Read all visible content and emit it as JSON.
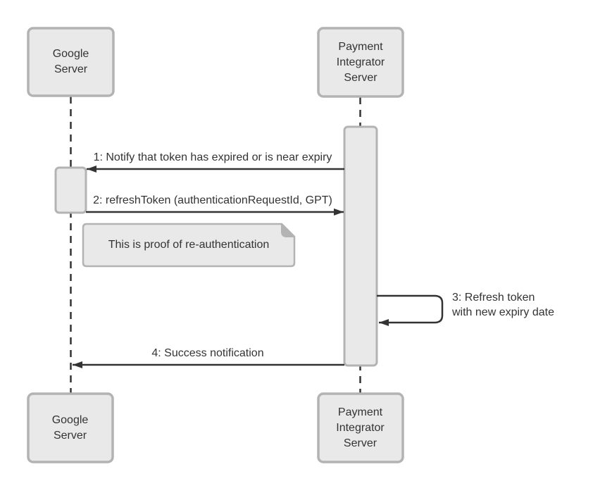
{
  "diagram": {
    "type": "uml-sequence",
    "actors": {
      "google_top": "Google\nServer",
      "payment_top": "Payment\nIntegrator\nServer",
      "google_bottom": "Google\nServer",
      "payment_bottom": "Payment\nIntegrator\nServer"
    },
    "messages": {
      "msg1": "1: Notify that token has expired or is near expiry",
      "msg2": "2: refreshToken (authenticationRequestId, GPT)",
      "msg3": "3: Refresh token\nwith new expiry date",
      "msg4": "4: Success notification"
    },
    "note": "This is proof of re-authentication",
    "colors": {
      "background": "#ffffff",
      "shape_fill": "#e9e9e9",
      "shape_border": "#b3b3b3",
      "line_color": "#333333",
      "text_color": "#333333"
    }
  }
}
